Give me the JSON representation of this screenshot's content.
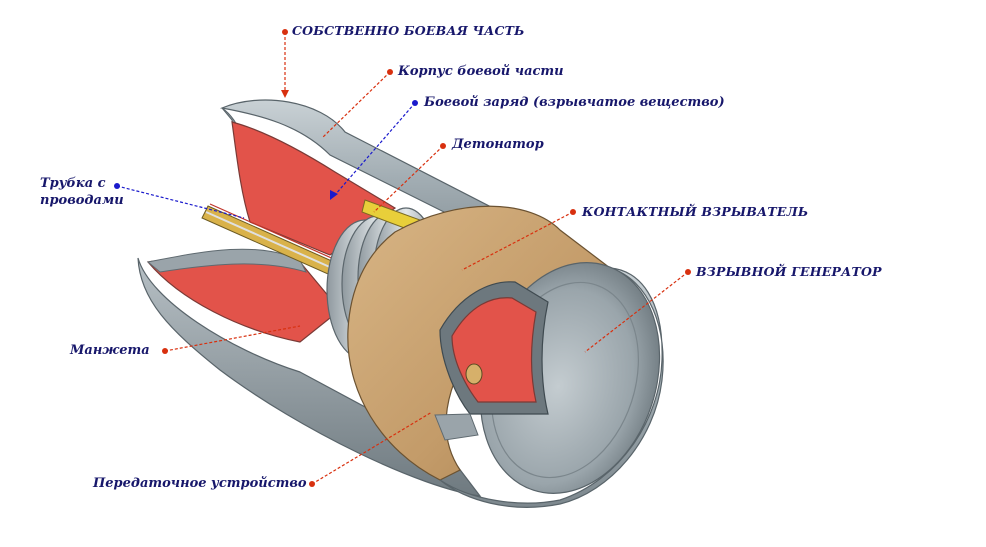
{
  "labels": {
    "warhead": "СОБСТВЕННО  БОЕВАЯ  ЧАСТЬ",
    "body": "Корпус боевой части",
    "charge": "Боевой  заряд (взрывчатое  вещество)",
    "detonator": "Детонатор",
    "tube": "Трубка с\nпроводами",
    "contact_fuse": "КОНТАКТНЫЙ  ВЗРЫВАТЕЛЬ",
    "generator": "ВЗРЫВНОЙ  ГЕНЕРАТОР",
    "cuff": "Манжета",
    "transmitter": "Передаточное устройство"
  },
  "colors": {
    "label_text": "#17176b",
    "leader_red": "#d8300f",
    "leader_blue": "#1a1acc",
    "casing_grey": "#a9b3b8",
    "charge_red": "#e2534a",
    "fuse_tan": "#c7a070",
    "detonator_yellow": "#e8cf3a"
  }
}
